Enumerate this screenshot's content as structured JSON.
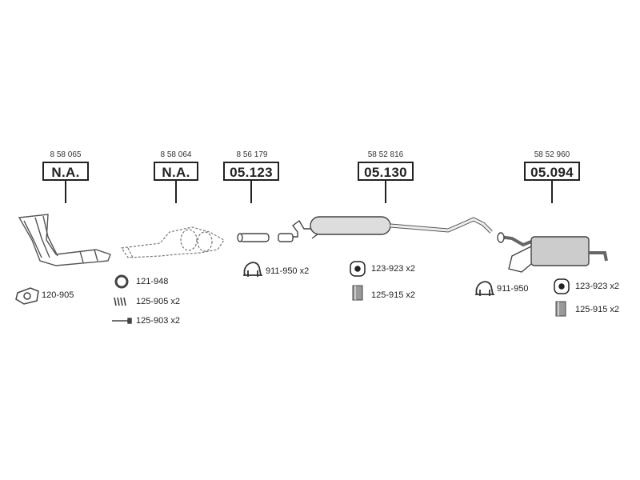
{
  "groups": [
    {
      "oem": "8 58 065",
      "code": "N.A."
    },
    {
      "oem": "8 58 064",
      "code": "N.A."
    },
    {
      "oem": "8 56 179",
      "code": "05.123"
    },
    {
      "oem": "58 52 816",
      "code": "05.130"
    },
    {
      "oem": "58 52 960",
      "code": "05.094"
    }
  ],
  "parts": [
    {
      "label": "120-905",
      "icon": "gasket-icon"
    },
    {
      "label": "121-948",
      "icon": "ring-icon"
    },
    {
      "label": "125-905 x2",
      "icon": "spring-icon"
    },
    {
      "label": "125-903 x2",
      "icon": "bolt-icon"
    },
    {
      "label": "911-950 x2",
      "icon": "clamp-icon"
    },
    {
      "label": "123-923 x2",
      "icon": "rubber-mount-icon"
    },
    {
      "label": "125-915 x2",
      "icon": "hanger-icon"
    },
    {
      "label": "911-950",
      "icon": "clamp-icon"
    },
    {
      "label": "123-923 x2",
      "icon": "rubber-mount-icon"
    },
    {
      "label": "125-915 x2",
      "icon": "hanger-icon"
    }
  ]
}
